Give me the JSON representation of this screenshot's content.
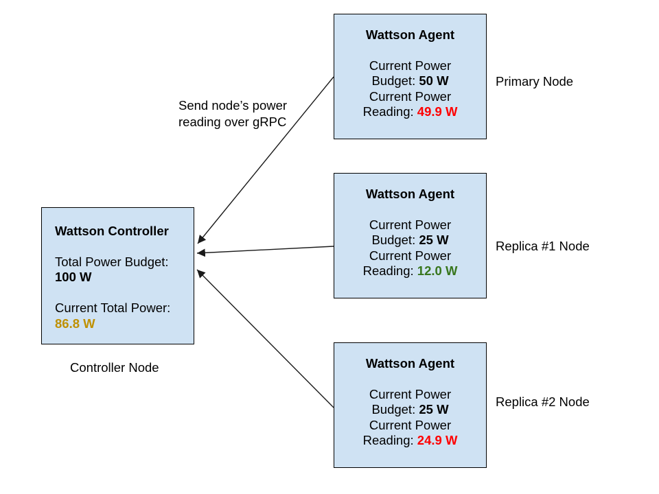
{
  "theme": {
    "background": "#ffffff",
    "box_fill": "#cfe2f3",
    "box_border": "#000000",
    "arrow_color": "#1a1a1a",
    "over_budget_color": "#ff0000",
    "under_budget_color": "#38761d",
    "warning_color": "#bf9000"
  },
  "controller": {
    "title": "Wattson Controller",
    "budget_label": "Total Power Budget:",
    "budget_value": "100 W",
    "current_label": "Current Total Power:",
    "current_value": "86.8 W",
    "current_value_color": "#bf9000",
    "node_label": "Controller Node"
  },
  "annotation": {
    "line1": "Send node’s power",
    "line2": "reading over gRPC"
  },
  "agents": [
    {
      "title": "Wattson Agent",
      "power_line1": "Current Power",
      "budget_label": "Budget:",
      "budget_value": "50 W",
      "power_line2": "Current Power",
      "reading_label": "Reading:",
      "reading_value": "49.9 W",
      "reading_color": "#ff0000",
      "node_label": "Primary Node"
    },
    {
      "title": "Wattson Agent",
      "power_line1": "Current Power",
      "budget_label": "Budget:",
      "budget_value": "25 W",
      "power_line2": "Current Power",
      "reading_label": "Reading:",
      "reading_value": "12.0 W",
      "reading_color": "#38761d",
      "node_label": "Replica #1 Node"
    },
    {
      "title": "Wattson Agent",
      "power_line1": "Current Power",
      "budget_label": "Budget:",
      "budget_value": "25 W",
      "power_line2": "Current Power",
      "reading_label": "Reading:",
      "reading_value": "24.9 W",
      "reading_color": "#ff0000",
      "node_label": "Replica #2 Node"
    }
  ]
}
